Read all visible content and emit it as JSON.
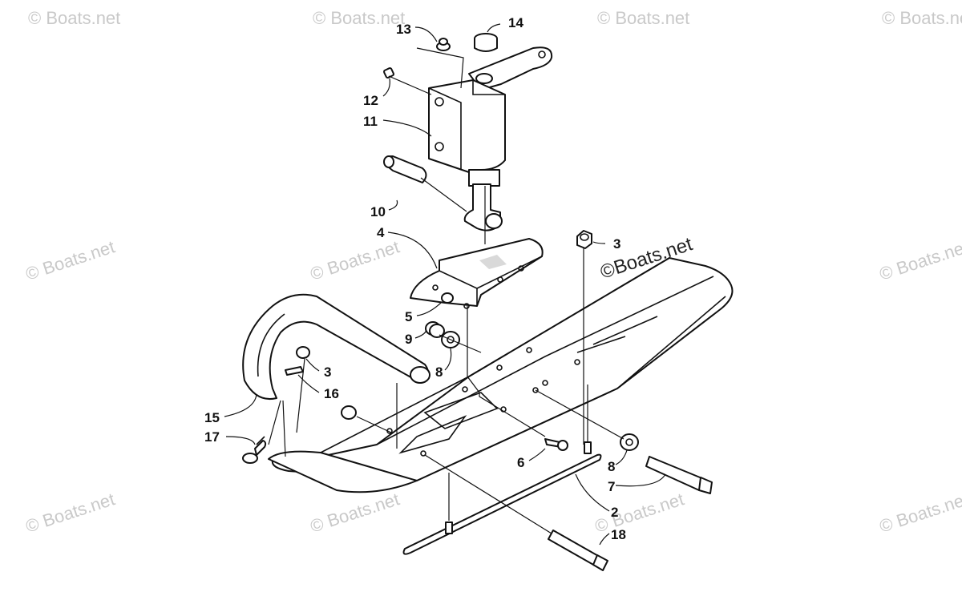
{
  "diagram": {
    "callouts": [
      {
        "id": "callout-13",
        "text": "13"
      },
      {
        "id": "callout-14",
        "text": "14"
      },
      {
        "id": "callout-12",
        "text": "12"
      },
      {
        "id": "callout-11",
        "text": "11"
      },
      {
        "id": "callout-10",
        "text": "10"
      },
      {
        "id": "callout-4",
        "text": "4"
      },
      {
        "id": "callout-3-top",
        "text": "3"
      },
      {
        "id": "callout-5",
        "text": "5"
      },
      {
        "id": "callout-9",
        "text": "9"
      },
      {
        "id": "callout-8-left",
        "text": "8"
      },
      {
        "id": "callout-3-left",
        "text": "3"
      },
      {
        "id": "callout-16",
        "text": "16"
      },
      {
        "id": "callout-15",
        "text": "15"
      },
      {
        "id": "callout-17",
        "text": "17"
      },
      {
        "id": "callout-6",
        "text": "6"
      },
      {
        "id": "callout-8-right",
        "text": "8"
      },
      {
        "id": "callout-7",
        "text": "7"
      },
      {
        "id": "callout-2",
        "text": "2"
      },
      {
        "id": "callout-18",
        "text": "18"
      }
    ],
    "watermark_text": "© Boats.net",
    "watermark_highlight": "©Boats.net"
  }
}
